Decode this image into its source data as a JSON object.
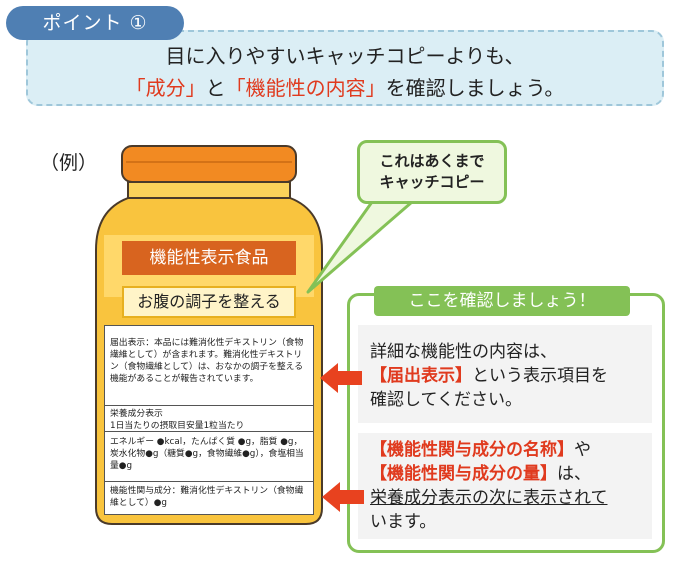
{
  "header": {
    "badge": "ポイント ①",
    "line1": "目に入りやすいキャッチコピーよりも、",
    "line2_part1": "「成分」",
    "line2_part2": "と",
    "line2_part3": "「機能性の内容」",
    "line2_part4": "を確認しましょう。"
  },
  "example_label": "（例）",
  "bottle": {
    "product_type": "機能性表示食品",
    "catchphrase": "お腹の調子を整える",
    "label": {
      "notice": "届出表示：本品には難消化性デキストリン（食物繊維として）が含まれます。難消化性デキストリン（食物繊維として）は、おなかの調子を整える機能があることが報告されています。",
      "nutrition_title": "栄養成分表示",
      "nutrition_sub": "1日当たりの摂取目安量1粒当たり",
      "nutrition_values": "エネルギー ●kcal，たんぱく質 ●g，脂質 ●g，炭水化物●g（糖質●g，食物繊維●g），食塩相当量●g",
      "functional": "機能性関与成分：難消化性デキストリン（食物繊維として）●g"
    }
  },
  "bubble": {
    "line1": "これはあくまで",
    "line2": "キャッチコピー"
  },
  "check_panel": {
    "title": "ここを確認しましょう！",
    "block1": {
      "line1": "詳細な機能性の内容は、",
      "line2_red": "【届出表示】",
      "line2_rest": "という表示項目を",
      "line3": "確認してください。"
    },
    "block2": {
      "line1_red": "【機能性関与成分の名称】",
      "line1_rest": "や",
      "line2_red": "【機能性関与成分の量】",
      "line2_rest": "は、",
      "line3": "栄養成分表示の次に表示されて",
      "line4": "います。"
    }
  }
}
